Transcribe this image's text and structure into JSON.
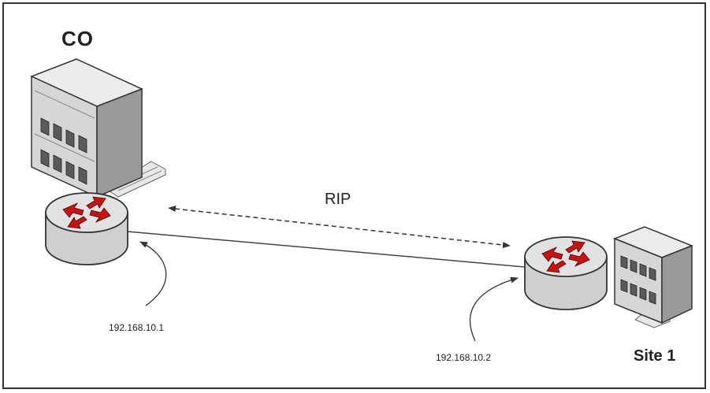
{
  "nodes": {
    "co": {
      "label": "CO"
    },
    "site1": {
      "label": "Site 1"
    }
  },
  "interfaces": {
    "co_router_ip": "192.168.10.1",
    "site1_router_ip": "192.168.10.2"
  },
  "protocol": {
    "label": "RIP"
  },
  "colors": {
    "arrow_red": "#c41414",
    "building_front": "#d6d6d6",
    "building_side": "#9a9a9a",
    "router_body": "#d9d9d9",
    "outline": "#333333"
  },
  "icons": [
    "building-icon",
    "router-icon"
  ]
}
